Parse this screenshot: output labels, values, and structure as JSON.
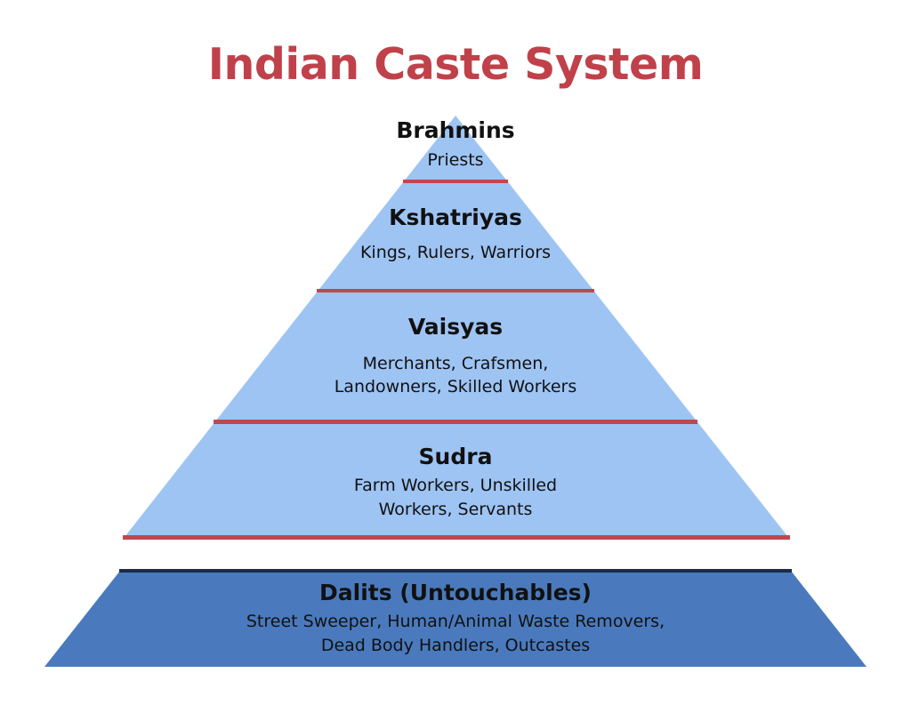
{
  "title": "Indian Caste System",
  "colors": {
    "title": "#c0414a",
    "tier_fill": "#9ec4f4",
    "base_fill": "#4a7abd",
    "separator": "#c0474e",
    "base_top_line": "#1e2b45",
    "text": "#111111"
  },
  "tiers": [
    {
      "name": "Brahmins",
      "description": "Priests"
    },
    {
      "name": "Kshatriyas",
      "description": "Kings, Rulers, Warriors"
    },
    {
      "name": "Vaisyas",
      "description": [
        "Merchants, Crafsmen,",
        "Landowners, Skilled Workers"
      ]
    },
    {
      "name": "Sudra",
      "description": [
        "Farm Workers, Unskilled",
        "Workers, Servants"
      ]
    },
    {
      "name": "Dalits (Untouchables)",
      "description": [
        "Street Sweeper, Human/Animal Waste Removers,",
        "Dead Body Handlers, Outcastes"
      ]
    }
  ]
}
